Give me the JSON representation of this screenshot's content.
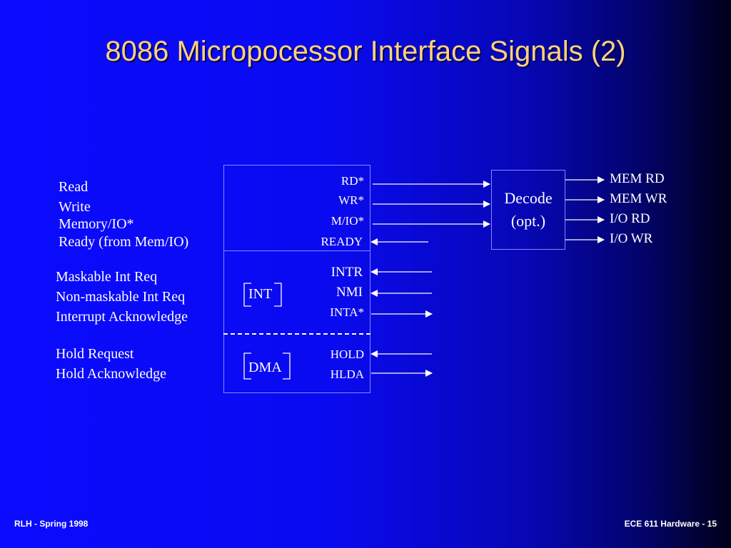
{
  "title": "8086 Micropocessor Interface Signals (2)",
  "left_labels": {
    "read": "Read",
    "write": "Write",
    "memio": "Memory/IO*",
    "ready": "Ready (from Mem/IO)",
    "maskable": "Maskable Int Req",
    "nonmaskable": "Non-maskable Int Req",
    "int_ack": "Interrupt Acknowledge",
    "hold_req": "Hold Request",
    "hold_ack": "Hold Acknowledge"
  },
  "signals": {
    "rd": "RD*",
    "wr": "WR*",
    "mio": "M/IO*",
    "ready": "READY",
    "intr": "INTR",
    "nmi": "NMI",
    "inta": "INTA*",
    "hold": "HOLD",
    "hlda": "HLDA"
  },
  "blocks": {
    "int": "INT",
    "dma": "DMA"
  },
  "decode": {
    "line1": "Decode",
    "line2": "(opt.)"
  },
  "outputs": {
    "mem_rd": "MEM RD",
    "mem_wr": "MEM WR",
    "io_rd": "I/O RD",
    "io_wr": "I/O WR"
  },
  "footer": {
    "left": "RLH  -  Spring 1998",
    "right": "ECE 611  Hardware - 15"
  },
  "colors": {
    "title": "#ffd27a",
    "box_border": "#7f8cff",
    "text": "#ffffff"
  }
}
